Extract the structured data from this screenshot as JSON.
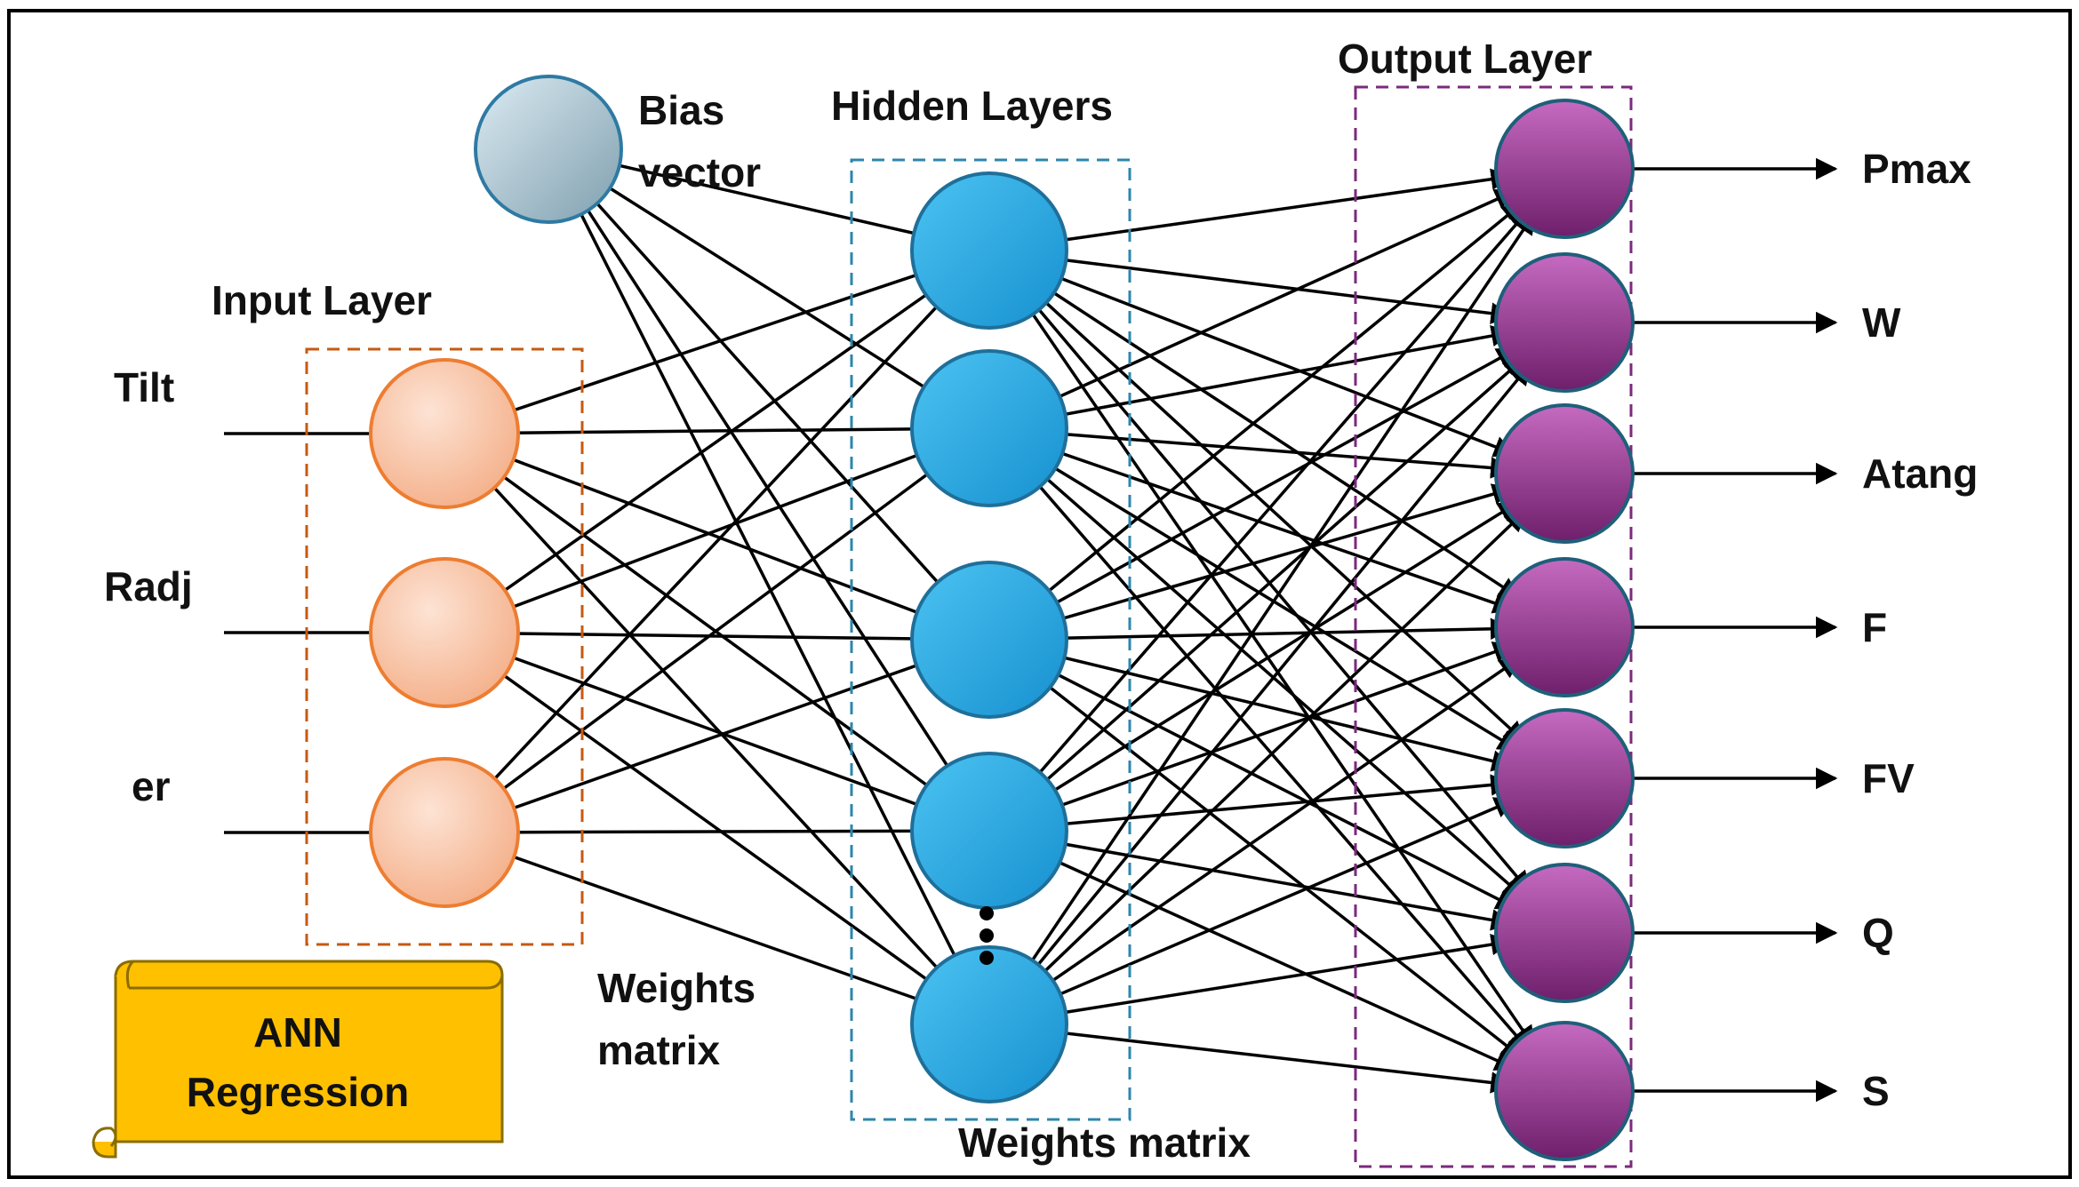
{
  "title_banner": {
    "line1": "ANN",
    "line2": "Regression"
  },
  "layers": {
    "input": {
      "title": "Input Layer",
      "nodes": [
        "Tilt",
        "Radj",
        "er"
      ]
    },
    "bias": {
      "line1": "Bias",
      "line2": "vector"
    },
    "hidden": {
      "title": "Hidden Layers",
      "node_count_visible": 5,
      "ellipsis": true
    },
    "output": {
      "title": "Output Layer",
      "nodes": [
        "Pmax",
        "W",
        "Atang",
        "F",
        "FV",
        "Q",
        "S"
      ]
    }
  },
  "weights_labels": {
    "left": {
      "line1": "Weights",
      "line2": "matrix"
    },
    "bottom": "Weights matrix"
  },
  "colors": {
    "input_node": "#f7c3a8",
    "input_stroke": "#ed7d31",
    "input_box": "#c55a11",
    "hidden_node": "#29a9e1",
    "hidden_stroke": "#1f6f9a",
    "hidden_box": "#2e86ab",
    "output_node": "#a2348f",
    "output_stroke": "#1f5f7a",
    "output_box": "#7b2a7b",
    "bias_node": "#bcd6e3",
    "banner_fill": "#ffc000",
    "banner_stroke": "#8a6d00"
  }
}
